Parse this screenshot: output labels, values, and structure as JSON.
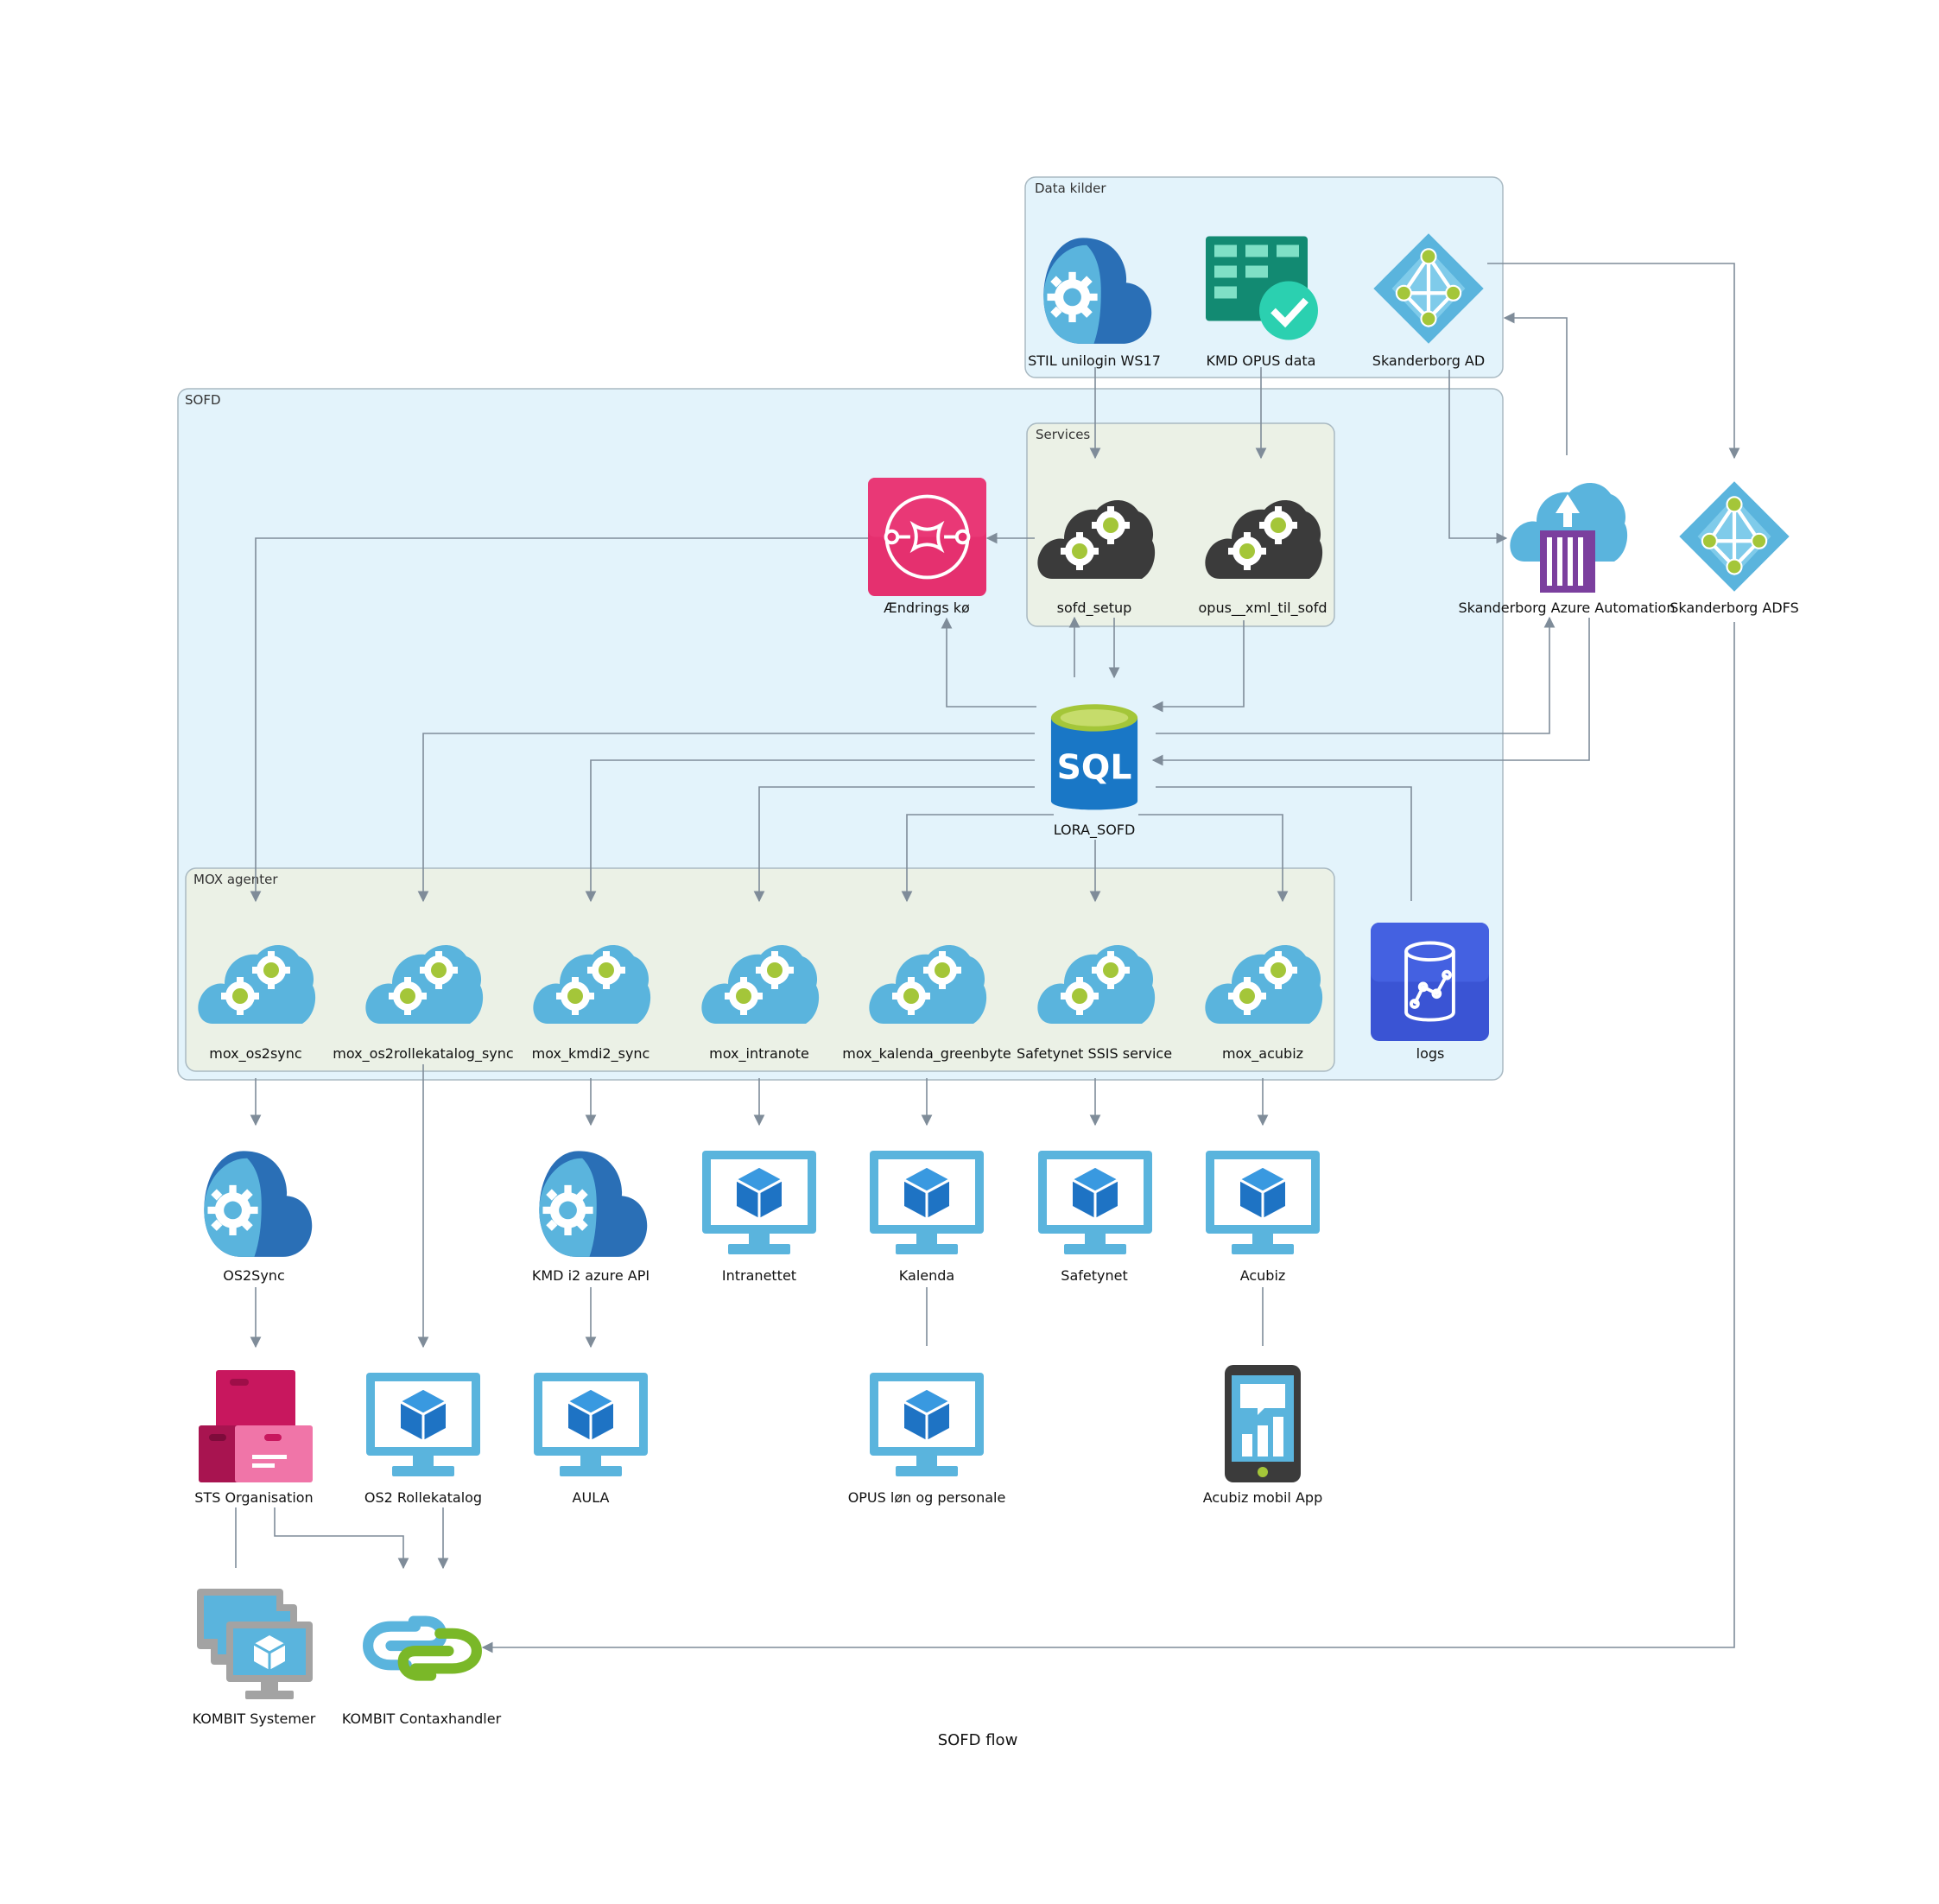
{
  "title": "SOFD flow",
  "groups": {
    "data_kilder": "Data kilder",
    "sofd": "SOFD",
    "services": "Services",
    "mox_agenter": "MOX agenter"
  },
  "nodes": {
    "stil": "STIL unilogin WS17",
    "kmd_opus_data": "KMD OPUS data",
    "skanderborg_ad": "Skanderborg AD",
    "aendrings_ko": "Ændrings kø",
    "sofd_setup": "sofd_setup",
    "opus_xml": "opus__xml_til_sofd",
    "azure_automation": "Skanderborg Azure Automation",
    "adfs": "Skanderborg ADFS",
    "lora_sofd": "LORA_SOFD",
    "logs": "logs",
    "mox_os2sync": "mox_os2sync",
    "mox_os2rollekatalog_sync": "mox_os2rollekatalog_sync",
    "mox_kmdi2_sync": "mox_kmdi2_sync",
    "mox_intranote": "mox_intranote",
    "mox_kalenda_greenbyte": "mox_kalenda_greenbyte",
    "safetynet_ssis": "Safetynet SSIS service",
    "mox_acubiz": "mox_acubiz",
    "os2sync": "OS2Sync",
    "kmd_i2_api": "KMD i2 azure API",
    "intranettet": "Intranettet",
    "kalenda": "Kalenda",
    "safetynet": "Safetynet",
    "acubiz": "Acubiz",
    "sts_org": "STS Organisation",
    "os2_rollekatalog": "OS2 Rollekatalog",
    "aula": "AULA",
    "opus_lon": "OPUS løn og personale",
    "acubiz_app": "Acubiz mobil App",
    "kombit_systemer": "KOMBIT Systemer",
    "kombit_contaxhandler": "KOMBIT Contaxhandler"
  },
  "icons": {
    "stil": "cloud-gear-icon",
    "kmd_opus_data": "table-check-icon",
    "skanderborg_ad": "azure-ad-icon",
    "aendrings_ko": "queue-icon",
    "sofd_setup": "dark-cloud-gears-icon",
    "opus_xml": "dark-cloud-gears-icon",
    "azure_automation": "automation-icon",
    "adfs": "azure-ad-icon",
    "lora_sofd": "sql-database-icon",
    "logs": "log-analytics-icon",
    "mox": "cloud-gears-icon",
    "monitor": "monitor-cube-icon",
    "sts_org": "stacked-boxes-icon",
    "acubiz_app": "mobile-app-icon",
    "kombit_systemer": "multi-monitor-icon",
    "kombit_contaxhandler": "link-icon"
  },
  "colors": {
    "group_blue": "#e3f3fb",
    "group_green": "#ebf1e6",
    "group_border": "#a9b9c2",
    "edge": "#7f8c99",
    "azure_blue": "#5ab4dd",
    "azure_dark": "#2a6fb6",
    "cube_blue": "#1e73c4",
    "pink": "#e8336d",
    "sql_blue": "#1977c6",
    "green_accent": "#a4c639",
    "purple": "#7b3f9e",
    "logs_blue": "#3a54d4",
    "teal_dark": "#128a72"
  }
}
